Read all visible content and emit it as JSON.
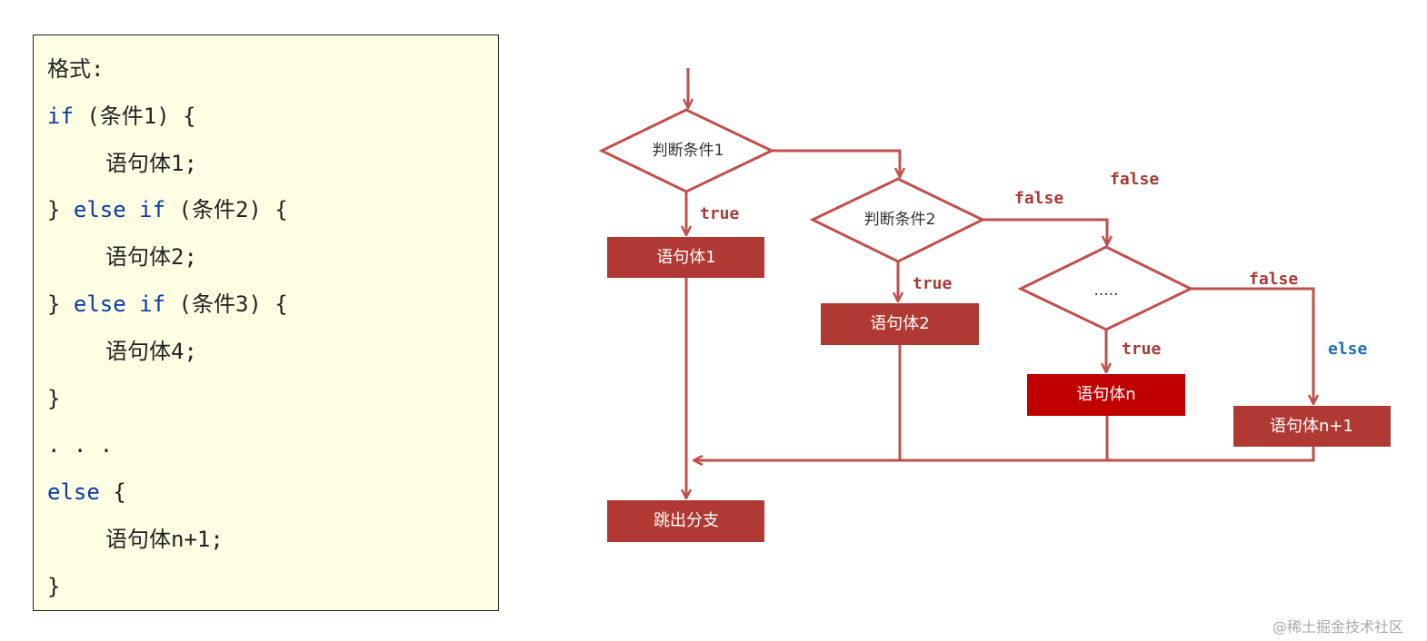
{
  "code": {
    "lines": [
      {
        "indent": false,
        "tokens": [
          {
            "t": "格式:",
            "kw": false
          }
        ]
      },
      {
        "indent": false,
        "tokens": [
          {
            "t": "if",
            "kw": true
          },
          {
            "t": " (条件1) {",
            "kw": false
          }
        ]
      },
      {
        "indent": true,
        "tokens": [
          {
            "t": "语句体1;",
            "kw": false
          }
        ]
      },
      {
        "indent": false,
        "tokens": [
          {
            "t": "} ",
            "kw": false
          },
          {
            "t": "else if",
            "kw": true
          },
          {
            "t": " (条件2) {",
            "kw": false
          }
        ]
      },
      {
        "indent": true,
        "tokens": [
          {
            "t": "语句体2;",
            "kw": false
          }
        ]
      },
      {
        "indent": false,
        "tokens": [
          {
            "t": "} ",
            "kw": false
          },
          {
            "t": "else if",
            "kw": true
          },
          {
            "t": " (条件3) {",
            "kw": false
          }
        ]
      },
      {
        "indent": true,
        "tokens": [
          {
            "t": "语句体4;",
            "kw": false
          }
        ]
      },
      {
        "indent": false,
        "tokens": [
          {
            "t": "}",
            "kw": false
          }
        ]
      },
      {
        "indent": false,
        "tokens": [
          {
            "t": ". . .",
            "kw": false
          }
        ]
      },
      {
        "indent": false,
        "tokens": [
          {
            "t": "else",
            "kw": true
          },
          {
            "t": " {",
            "kw": false
          }
        ]
      },
      {
        "indent": true,
        "tokens": [
          {
            "t": "语句体n+1;",
            "kw": false
          }
        ]
      },
      {
        "indent": false,
        "tokens": [
          {
            "t": "}",
            "kw": false
          }
        ]
      }
    ]
  },
  "flowchart": {
    "decision1": "判断条件1",
    "decision2": "判断条件2",
    "decision3": ".....",
    "box1": "语句体1",
    "box2": "语句体2",
    "boxn": "语句体n",
    "boxn1": "语句体n+1",
    "exit": "跳出分支",
    "true1": "true",
    "true2": "true",
    "true3": "true",
    "false1": "false",
    "false2": "false",
    "false3": "false",
    "else": "else"
  },
  "colors": {
    "line": "#c0504d",
    "box": "#b03a33",
    "box_highlight": "#c00000",
    "keyword": "#0a3aa8",
    "label": "#a83b38",
    "else": "#1f6fb2"
  },
  "watermark": "@稀土掘金技术社区"
}
